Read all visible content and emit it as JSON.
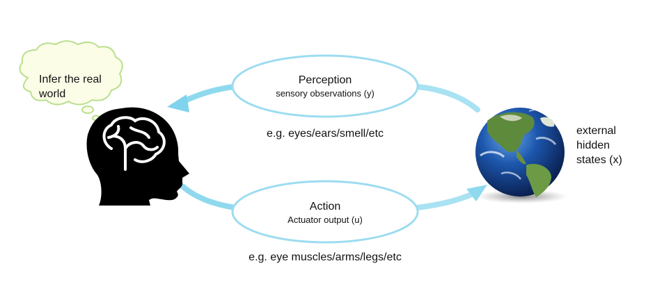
{
  "thought_bubble": {
    "line1": "Infer the real",
    "line2": "world"
  },
  "perception": {
    "title": "Perception",
    "subtitle": "sensory observations (y)",
    "example": "e.g. eyes/ears/smell/etc"
  },
  "action": {
    "title": "Action",
    "subtitle": "Actuator output (u)",
    "example": "e.g. eye muscles/arms/legs/etc"
  },
  "world": {
    "line1": "external",
    "line2": "hidden",
    "line3": "states (x)"
  },
  "colors": {
    "arrow": "#8fd9ee",
    "ellipse_border": "#9ddcf0",
    "head": "#000000",
    "globe_ocean": "#1a4fa0",
    "globe_land": "#5e8a3c"
  },
  "icons": [
    "head-brain-icon",
    "thought-bubble-icon",
    "earth-globe-icon"
  ]
}
